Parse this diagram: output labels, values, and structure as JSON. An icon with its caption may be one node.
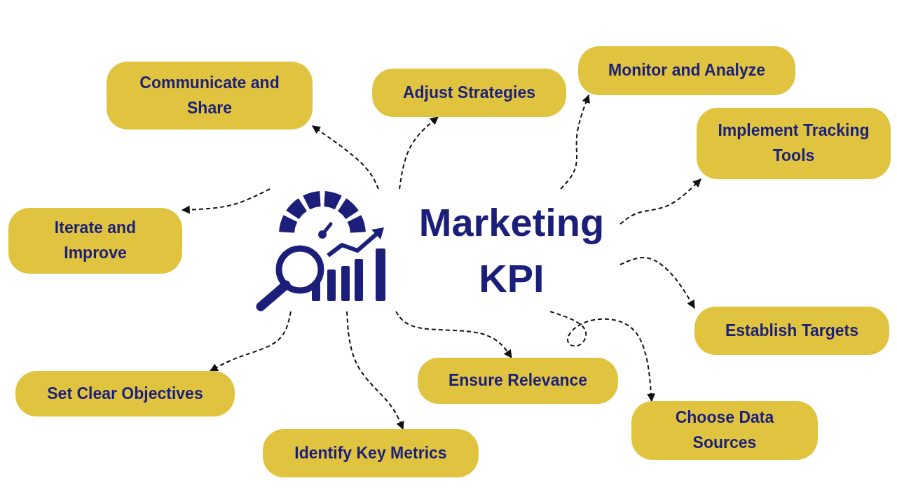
{
  "diagram": {
    "nodes": [
      {
        "text": [
          "Marketing KPI"
        ]
      },
      {
        "text": [
          "Communicate and Share"
        ]
      },
      {
        "text": [
          "Adjust Strategies"
        ]
      },
      {
        "text": [
          "Monitor and Analyze"
        ]
      },
      {
        "text": [
          "Implement Tracking Tools"
        ]
      },
      {
        "text": [
          "Iterate and Improve"
        ]
      },
      {
        "text": [
          "Establish Targets"
        ]
      },
      {
        "text": [
          "Ensure Relevance"
        ]
      },
      {
        "text": [
          "Set Clear Objectives"
        ]
      },
      {
        "text": [
          "Choose Data Sources"
        ]
      },
      {
        "text": [
          "Identify Key Metrics"
        ]
      }
    ],
    "edges": [
      {
        "from": 0,
        "to": 1,
        "arrow": "to",
        "style": "dashed"
      },
      {
        "from": 0,
        "to": 2,
        "arrow": "to",
        "style": "dashed"
      },
      {
        "from": 0,
        "to": 3,
        "arrow": "to",
        "style": "dashed"
      },
      {
        "from": 0,
        "to": 4,
        "arrow": "to",
        "style": "dashed"
      },
      {
        "from": 0,
        "to": 5,
        "arrow": "to",
        "style": "dashed"
      },
      {
        "from": 0,
        "to": 6,
        "arrow": "to",
        "style": "dashed"
      },
      {
        "from": 0,
        "to": 7,
        "arrow": "to",
        "style": "dashed"
      },
      {
        "from": 0,
        "to": 8,
        "arrow": "to",
        "style": "dashed"
      },
      {
        "from": 0,
        "to": 9,
        "arrow": "to",
        "style": "dashed"
      },
      {
        "from": 0,
        "to": 10,
        "arrow": "to",
        "style": "dashed"
      }
    ]
  }
}
